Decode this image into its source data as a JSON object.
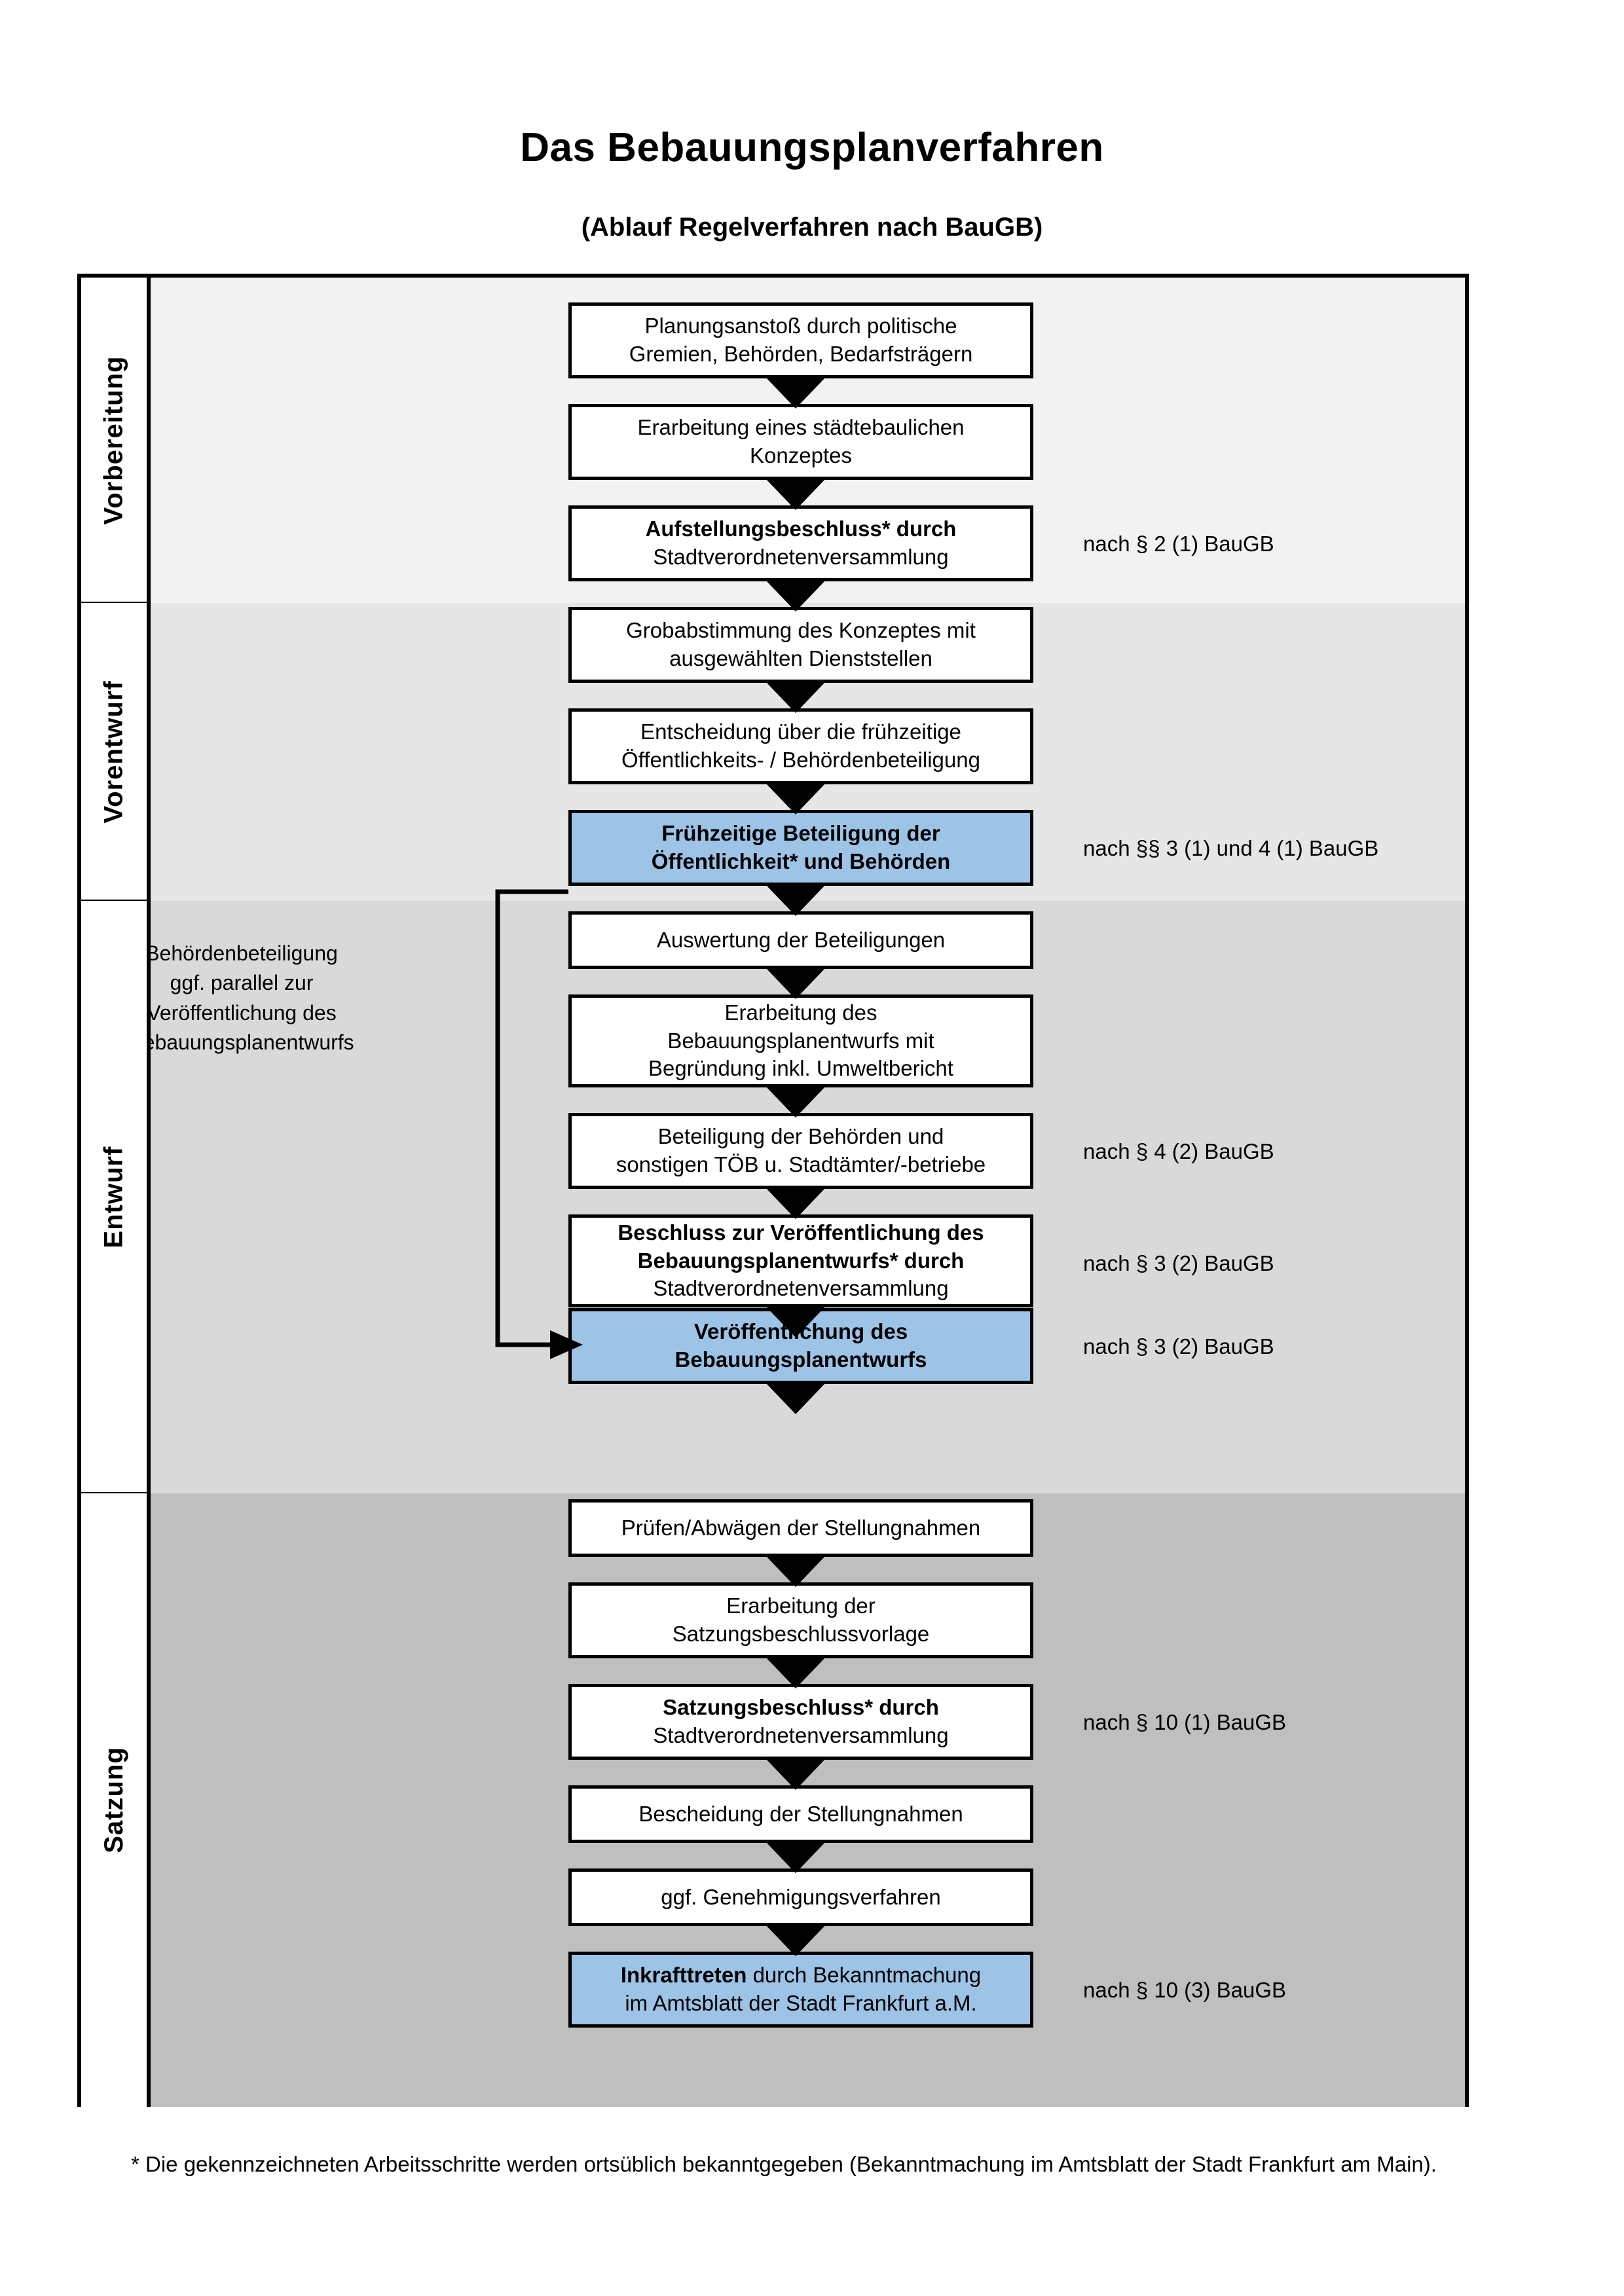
{
  "document": {
    "title": "Das Bebauungsplanverfahren",
    "subtitle": "(Ablauf Regelverfahren nach BauGB)",
    "footnote": "* Die gekennzeichneten Arbeitsschritte werden ortsüblich bekanntgegeben (Bekanntmachung im Amtsblatt  der Stadt Frankfurt am Main)."
  },
  "colors": {
    "highlight_blue": "#9DC3E6",
    "band_vorbereitung": "#F2F2F2",
    "band_vorentwurf": "#E6E6E6",
    "band_entwurf": "#D9D9D9",
    "band_satzung": "#BFBFBF",
    "stroke": "#000000"
  },
  "phases": [
    {
      "id": "vorbereitung",
      "label": "Vorbereitung"
    },
    {
      "id": "vorentwurf",
      "label": "Vorentwurf"
    },
    {
      "id": "entwurf",
      "label": "Entwurf"
    },
    {
      "id": "satzung",
      "label": "Satzung"
    }
  ],
  "steps": [
    {
      "id": "s1",
      "phase": "vorbereitung",
      "highlight": false,
      "text": "Planungsanstoß durch politische Gremien, Behörden, Bedarfsträgern",
      "bold_prefix": ""
    },
    {
      "id": "s2",
      "phase": "vorbereitung",
      "highlight": false,
      "text": "Erarbeitung eines städtebaulichen Konzeptes",
      "bold_prefix": ""
    },
    {
      "id": "s3",
      "phase": "vorbereitung",
      "highlight": false,
      "text": "Aufstellungsbeschluss* durch Stadtverordnetenversammlung",
      "bold_prefix": "Aufstellungsbeschluss*"
    },
    {
      "id": "s4",
      "phase": "vorentwurf",
      "highlight": false,
      "text": "Grobabstimmung des Konzeptes mit ausgewählten Dienststellen",
      "bold_prefix": ""
    },
    {
      "id": "s5",
      "phase": "vorentwurf",
      "highlight": false,
      "text": "Entscheidung über die frühzeitige Öffentlichkeits- / Behördenbeteiligung",
      "bold_prefix": ""
    },
    {
      "id": "s6",
      "phase": "vorentwurf",
      "highlight": true,
      "text": "Frühzeitige Beteiligung der Öffentlichkeit* und Behörden",
      "bold_prefix": "ALL"
    },
    {
      "id": "s7",
      "phase": "entwurf",
      "highlight": false,
      "text": "Auswertung der Beteiligungen",
      "bold_prefix": ""
    },
    {
      "id": "s8",
      "phase": "entwurf",
      "highlight": false,
      "text": "Erarbeitung des Bebauungsplanentwurfs mit Begründung inkl. Umweltbericht",
      "bold_prefix": ""
    },
    {
      "id": "s9",
      "phase": "entwurf",
      "highlight": false,
      "text": "Beteiligung der Behörden und sonstigen TÖB u. Stadtämter/-betriebe",
      "bold_prefix": ""
    },
    {
      "id": "s10",
      "phase": "entwurf",
      "highlight": false,
      "text": "Beschluss zur Veröffentlichung des Bebauungsplanentwurfs* durch Stadtverordnetenversammlung",
      "bold_prefix": "Beschluss zur Veröffentlichung des Bebauungsplanentwurfs*"
    },
    {
      "id": "s11",
      "phase": "entwurf",
      "highlight": true,
      "text": "Veröffentlichung des Bebauungsplanentwurfs",
      "bold_prefix": "ALL"
    },
    {
      "id": "s12",
      "phase": "satzung",
      "highlight": false,
      "text": "Prüfen/Abwägen der Stellungnahmen",
      "bold_prefix": ""
    },
    {
      "id": "s13",
      "phase": "satzung",
      "highlight": false,
      "text": "Erarbeitung der Satzungsbeschlussvorlage",
      "bold_prefix": ""
    },
    {
      "id": "s14",
      "phase": "satzung",
      "highlight": false,
      "text": "Satzungsbeschluss* durch Stadtverordnetenversammlung",
      "bold_prefix": "Satzungsbeschluss*"
    },
    {
      "id": "s15",
      "phase": "satzung",
      "highlight": false,
      "text": "Bescheidung der Stellungnahmen",
      "bold_prefix": ""
    },
    {
      "id": "s16",
      "phase": "satzung",
      "highlight": false,
      "text": "ggf. Genehmigungsverfahren",
      "bold_prefix": ""
    },
    {
      "id": "s17",
      "phase": "satzung",
      "highlight": true,
      "text": "Inkrafttreten durch Bekanntmachung im Amtsblatt der Stadt Frankfurt a.M.",
      "bold_prefix": "Inkrafttreten"
    }
  ],
  "step_lines": {
    "s1": [
      "Planungsanstoß durch politische",
      "Gremien, Behörden, Bedarfsträgern"
    ],
    "s2": [
      "Erarbeitung eines städtebaulichen",
      "Konzeptes"
    ],
    "s3": [
      "Aufstellungsbeschluss* durch",
      "Stadtverordnetenversammlung"
    ],
    "s4": [
      "Grobabstimmung des Konzeptes mit",
      "ausgewählten Dienststellen"
    ],
    "s5": [
      "Entscheidung über die frühzeitige",
      "Öffentlichkeits- / Behördenbeteiligung"
    ],
    "s6": [
      "Frühzeitige Beteiligung der",
      "Öffentlichkeit* und Behörden"
    ],
    "s7": [
      "Auswertung der Beteiligungen"
    ],
    "s8": [
      "Erarbeitung des",
      "Bebauungsplanentwurfs mit",
      "Begründung inkl. Umweltbericht"
    ],
    "s9": [
      "Beteiligung der Behörden und",
      "sonstigen TÖB u. Stadtämter/-betriebe"
    ],
    "s10": [
      "Beschluss zur Veröffentlichung des",
      "Bebauungsplanentwurfs* durch",
      "Stadtverordnetenversammlung"
    ],
    "s11": [
      "Veröffentlichung des",
      "Bebauungsplanentwurfs"
    ],
    "s12": [
      "Prüfen/Abwägen der Stellungnahmen"
    ],
    "s13": [
      "Erarbeitung der",
      "Satzungsbeschlussvorlage"
    ],
    "s14": [
      "Satzungsbeschluss* durch",
      "Stadtverordnetenversammlung"
    ],
    "s15": [
      "Bescheidung der Stellungnahmen"
    ],
    "s16": [
      "ggf. Genehmigungsverfahren"
    ],
    "s17": [
      "Inkrafttreten durch Bekanntmachung",
      "im Amtsblatt der Stadt Frankfurt a.M."
    ]
  },
  "references": [
    {
      "id": "r1",
      "for_step": "s3",
      "text": "nach § 2 (1) BauGB"
    },
    {
      "id": "r2",
      "for_step": "s6",
      "text": "nach §§ 3 (1) und 4 (1) BauGB"
    },
    {
      "id": "r3",
      "for_step": "s9",
      "text": "nach § 4 (2) BauGB"
    },
    {
      "id": "r4",
      "for_step": "s10",
      "text": "nach § 3 (2) BauGB"
    },
    {
      "id": "r5",
      "for_step": "s11",
      "text": "nach § 3 (2) BauGB"
    },
    {
      "id": "r6",
      "for_step": "s14",
      "text": "nach § 10 (1) BauGB"
    },
    {
      "id": "r7",
      "for_step": "s17",
      "text": "nach § 10 (3) BauGB"
    }
  ],
  "side_note": {
    "id": "parallel-note",
    "lines": [
      "Behördenbeteiligung",
      "ggf. parallel zur",
      "Veröffentlichung des",
      "Bebauungsplanentwurfs"
    ]
  }
}
